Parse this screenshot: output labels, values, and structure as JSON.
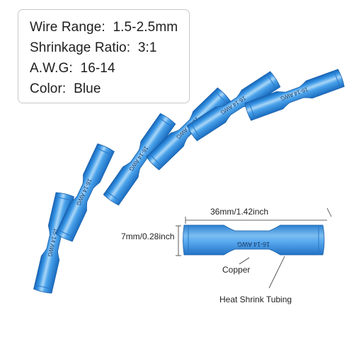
{
  "specs": [
    {
      "label": "Wire Range:",
      "value": "1.5-2.5mm"
    },
    {
      "label": "Shrinkage  Ratio:",
      "value": "3:1"
    },
    {
      "label": "A.W.G:",
      "value": "16-14"
    },
    {
      "label": "Color:",
      "value": "Blue"
    }
  ],
  "connector_print": "16-14 AWG",
  "dimensions": {
    "length_label": "36mm/1.42inch",
    "diameter_label": "7mm/0.28inch",
    "copper_label": "Copper",
    "tubing_label": "Heat Shrink Tubing"
  },
  "colors": {
    "tube_blue": "#2f8fe0",
    "tube_light": "#8fc8f4",
    "tube_dark": "#1565b8"
  }
}
